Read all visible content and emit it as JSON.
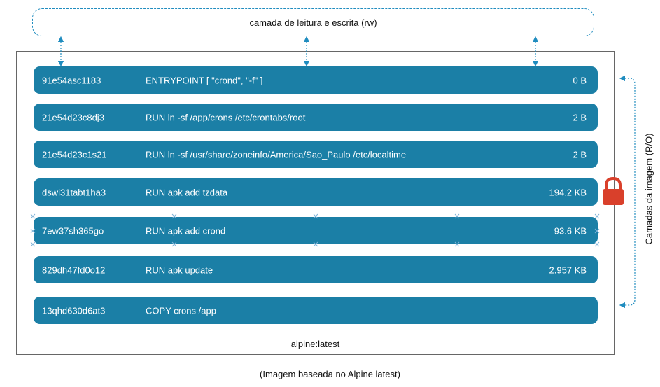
{
  "rw_layer": {
    "label": "camada de leitura e escrita (rw)"
  },
  "layers": [
    {
      "id": "91e54asc1183",
      "command": "ENTRYPOINT [ \"crond\", \"-f\" ]",
      "size": "0 B"
    },
    {
      "id": "21e54d23c8dj3",
      "command": "RUN ln -sf /app/crons /etc/crontabs/root",
      "size": "2 B"
    },
    {
      "id": "21e54d23c1s21",
      "command": "RUN ln -sf /usr/share/zoneinfo/America/Sao_Paulo /etc/localtime",
      "size": "2 B"
    },
    {
      "id": "dswi31tabt1ha3",
      "command": "RUN apk add tzdata",
      "size": "194.2 KB"
    },
    {
      "id": "7ew37sh365go",
      "command": "RUN apk add crond",
      "size": "93.6 KB"
    },
    {
      "id": "829dh47fd0o12",
      "command": "RUN apk update",
      "size": "2.957 KB"
    },
    {
      "id": "13qhd630d6at3",
      "command": "COPY crons /app",
      "size": ""
    }
  ],
  "image_label": "alpine:latest",
  "ro_label": "Camadas da imagem (R/O)",
  "caption": "(Imagem baseada no Alpine latest)",
  "colors": {
    "layer_bg": "#1b7fa6",
    "arrow": "#1f8cbf",
    "lock": "#d9402b"
  },
  "icons": {
    "lock": "lock-icon"
  }
}
